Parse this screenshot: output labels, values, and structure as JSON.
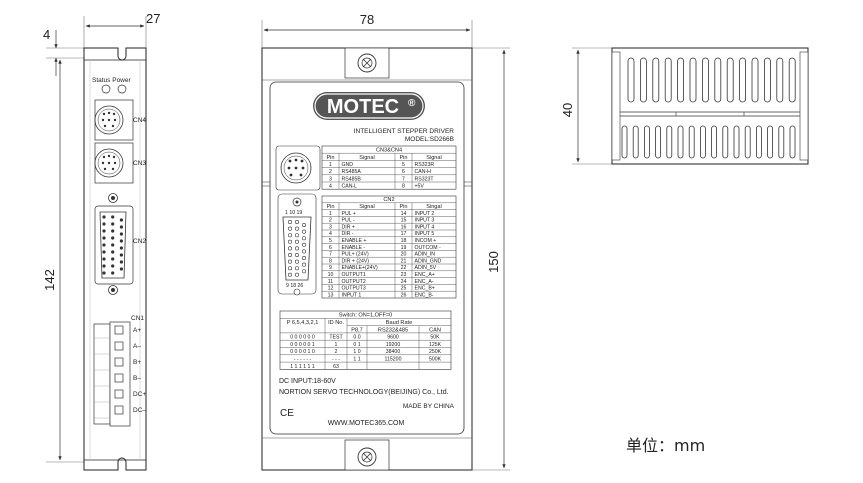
{
  "dims": {
    "side_width": "27",
    "side_top": "4",
    "side_height": "142",
    "front_width": "78",
    "front_height": "150",
    "heatsink_height": "40"
  },
  "side": {
    "status_label": "Status Power",
    "cn4": "CN4",
    "cn3": "CN3",
    "cn2": "CN2",
    "cn1": "CN1",
    "terminals": [
      "A+",
      "A–",
      "B+",
      "B–",
      "DC+",
      "DC–"
    ]
  },
  "front": {
    "logo": "MOTEC",
    "registered": "®",
    "product_line": "INTELLIGENT STEPPER DRIVER",
    "model": "MODEL:SD266B",
    "cn34_title": "CN3&CN4",
    "cn34_headers": [
      "Pin",
      "Signal",
      "Pin",
      "Signal"
    ],
    "cn34_rows": [
      [
        "1",
        "GND",
        "5",
        "RS323R"
      ],
      [
        "2",
        "RS485A",
        "6",
        "CAN-H"
      ],
      [
        "3",
        "RS485B",
        "7",
        "RS323T"
      ],
      [
        "4",
        "CAN-L",
        "8",
        "+5V"
      ]
    ],
    "cn2_title": "CN2",
    "cn2_headers": [
      "Pin",
      "Signal",
      "Pin",
      "Singal"
    ],
    "cn2_rows": [
      [
        "1",
        "PUL +",
        "14",
        "INPUT 2"
      ],
      [
        "2",
        "PUL -",
        "15",
        "INPUT 3"
      ],
      [
        "3",
        "DIR +",
        "16",
        "INPUT 4"
      ],
      [
        "4",
        "DIR -",
        "17",
        "INPUT 5"
      ],
      [
        "5",
        "ENABLE +",
        "18",
        "INCOM +"
      ],
      [
        "6",
        "ENABLE -",
        "19",
        "OUTCOM -"
      ],
      [
        "7",
        "PUL+ (24V)",
        "20",
        "ADIN_IN"
      ],
      [
        "8",
        "DIR + (24V)",
        "21",
        "ADIN_GND"
      ],
      [
        "9",
        "ENABLE+(24V)",
        "22",
        "ADIN_5V"
      ],
      [
        "10",
        "OUTPUT1",
        "23",
        "ENC_A+"
      ],
      [
        "11",
        "OUTPUT2",
        "24",
        "ENC_A-"
      ],
      [
        "12",
        "OUTPUT3",
        "25",
        "ENC_B+"
      ],
      [
        "13",
        "INPUT 1",
        "26",
        "ENC_B-"
      ]
    ],
    "dsub_pin_top": "1 10 19",
    "dsub_pin_bottom": "9 18 26",
    "switch_title": "Switch: ON=1,OFF=0",
    "switch_headers": [
      "P 6,5,4,3,2,1",
      "ID No.",
      "Baud Rate"
    ],
    "switch_subheaders": [
      "P8,7",
      "RS232&485",
      "CAN"
    ],
    "switch_rows": [
      [
        "0 0 0 0 0 0",
        "TEST",
        "0 0",
        "9600",
        "50K"
      ],
      [
        "0 0 0 0 0 1",
        "1",
        "0 1",
        "19200",
        "125K"
      ],
      [
        "0 0 0 0 1 0",
        "2",
        "1 0",
        "38400",
        "250K"
      ],
      [
        "- - - - - -",
        "- - -",
        "1 1",
        "115200",
        "500K"
      ],
      [
        "1 1 1 1 1 1",
        "63",
        "",
        "",
        ""
      ]
    ],
    "dc_input": "DC INPUT:18-60V",
    "company": "NORTION SERVO TECHNOLOGY(BEIJING) Co., Ltd.",
    "made_in": "MADE BY CHINA",
    "ce": "CE",
    "website": "WWW.MOTEC365.COM"
  },
  "unit_label": "单位：mm"
}
